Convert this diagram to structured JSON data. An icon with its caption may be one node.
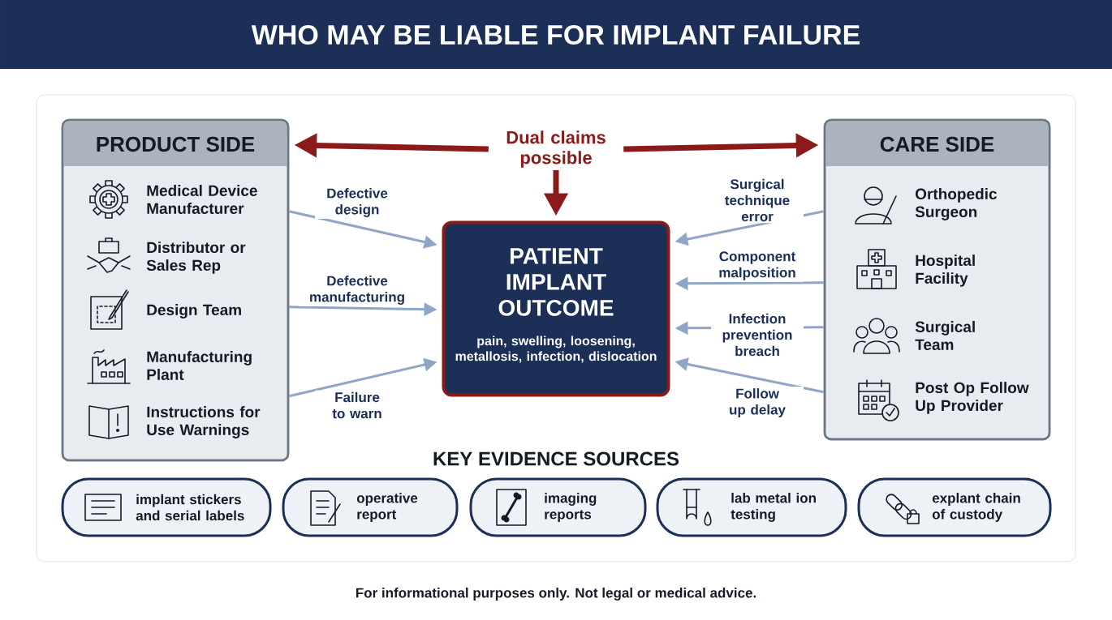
{
  "diagram": {
    "title": "WHO MAY BE LIABLE FOR IMPLANT FAILURE",
    "caption": "For informational purposes only. Not legal or medical advice.",
    "nodes": [
      {
        "text": [
          "PRODUCT SIDE",
          "Medical Device Manufacturer",
          "Distributor or Sales Rep",
          "Design Team",
          "Manufacturing Plant",
          "Instructions for Use Warnings"
        ]
      },
      {
        "text": [
          "PATIENT IMPLANT OUTCOME",
          "pain, swelling, loosening, metallosis, infection, dislocation"
        ]
      },
      {
        "text": [
          "CARE SIDE",
          "Orthopedic Surgeon",
          "Hospital Facility",
          "Surgical Team",
          "Post Op Follow Up Provider"
        ]
      },
      {
        "text": [
          "Dual claims possible"
        ]
      },
      {
        "text": [
          "implant stickers and serial labels"
        ]
      },
      {
        "text": [
          "operative report"
        ]
      },
      {
        "text": [
          "imaging reports"
        ]
      },
      {
        "text": [
          "lab metal ion testing"
        ]
      },
      {
        "text": [
          "explant chain of custody"
        ]
      }
    ],
    "edges": [
      {
        "from": 0,
        "to": 1,
        "arrow": "to",
        "label": "Defective design"
      },
      {
        "from": 0,
        "to": 1,
        "arrow": "to",
        "label": "Defective manufacturing"
      },
      {
        "from": 0,
        "to": 1,
        "arrow": "to",
        "label": "Failure to warn"
      },
      {
        "from": 2,
        "to": 1,
        "arrow": "to",
        "label": "Surgical technique error"
      },
      {
        "from": 2,
        "to": 1,
        "arrow": "to",
        "label": "Component malposition"
      },
      {
        "from": 2,
        "to": 1,
        "arrow": "to",
        "label": "Infection prevention breach"
      },
      {
        "from": 2,
        "to": 1,
        "arrow": "to",
        "label": "Follow up delay"
      },
      {
        "from": 3,
        "to": 0,
        "arrow": "to",
        "style": "thick",
        "color": "#8b1a1a"
      },
      {
        "from": 3,
        "to": 2,
        "arrow": "to",
        "style": "thick",
        "color": "#8b1a1a"
      },
      {
        "from": 3,
        "to": 1,
        "arrow": "to",
        "style": "thick",
        "color": "#8b1a1a"
      }
    ],
    "labels": [
      "KEY EVIDENCE SOURCES"
    ]
  }
}
